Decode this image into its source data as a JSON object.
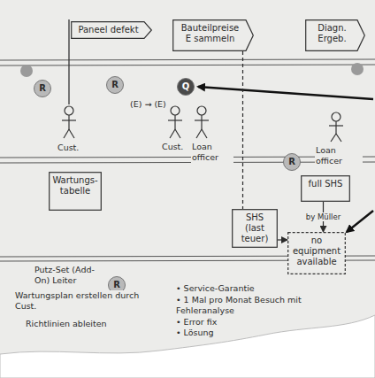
{
  "diagram": {
    "nodes": [
      {
        "text": [
          "Paneel defekt"
        ]
      },
      {
        "text": [
          "Bauteilpreise",
          "E sammeln"
        ]
      },
      {
        "text": [
          "Diagn. Ergeb."
        ]
      },
      {
        "text": [
          "R"
        ]
      },
      {
        "text": [
          "R"
        ]
      },
      {
        "text": [
          "Q"
        ]
      },
      {
        "text": [
          "R"
        ]
      },
      {
        "text": [
          "Wartungs-tabelle"
        ]
      },
      {
        "text": [
          "SHS (last teuer)"
        ]
      },
      {
        "text": [
          "full SHS"
        ]
      },
      {
        "text": [
          "no equipment available"
        ]
      },
      {
        "text": [
          "R"
        ]
      }
    ],
    "edges": [
      {
        "from": 1,
        "to": 8,
        "arrow": "none"
      },
      {
        "from": 8,
        "to": 10,
        "arrow": "to"
      },
      {
        "from": 9,
        "to": 10,
        "label": "by Müller",
        "arrow": "to"
      }
    ],
    "labels": [
      "Cust.",
      "Cust.",
      "Loan officer",
      "Loan officer",
      "(E) → (E)",
      "Putz-Set (Add-On) Leiter",
      "Wartungsplan erstellen durch Cust.",
      "Richtlinien ableiten",
      "• Service-Garantie",
      "• 1 Mal pro Monat Besuch mit Fehleranalyse",
      "• Error fix",
      "• Lösung"
    ]
  }
}
